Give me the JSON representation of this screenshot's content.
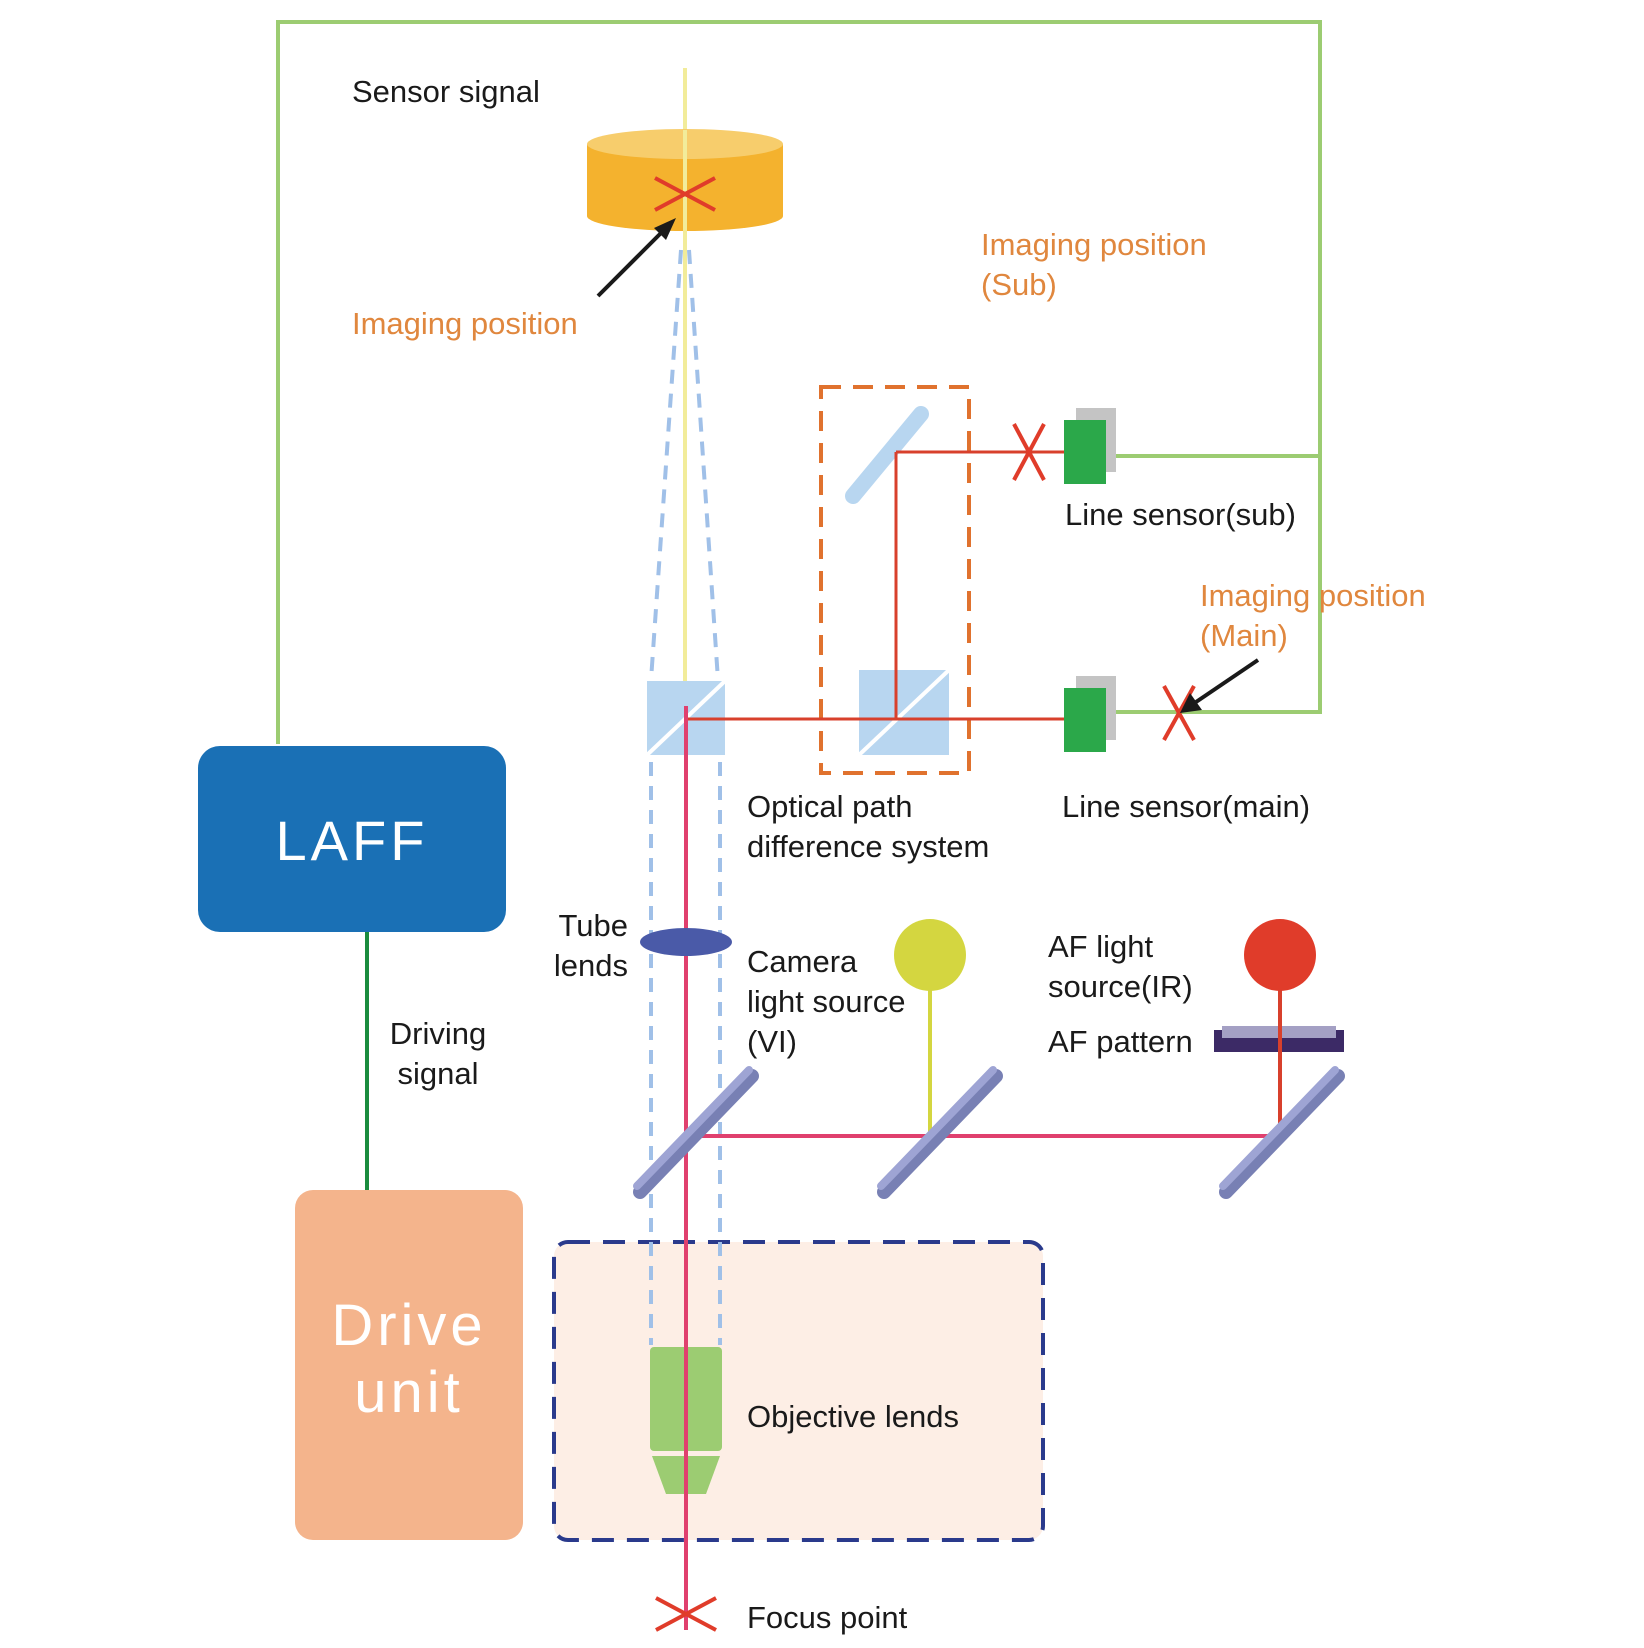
{
  "labels": {
    "sensor_signal": "Sensor signal",
    "imaging_position": "Imaging position",
    "imaging_position_sub_1": "Imaging position",
    "imaging_position_sub_2": "(Sub)",
    "imaging_position_main_1": "Imaging position",
    "imaging_position_main_2": "(Main)",
    "line_sensor_sub": "Line sensor(sub)",
    "line_sensor_main": "Line sensor(main)",
    "optical_path_1": "Optical path",
    "optical_path_2": "difference system",
    "laff": "LAFF",
    "tube_lens_1": "Tube",
    "tube_lens_2": "lends",
    "camera_light_1": "Camera",
    "camera_light_2": "light source",
    "camera_light_3": "(VI)",
    "af_light_1": "AF light",
    "af_light_2": "source(IR)",
    "af_pattern": "AF pattern",
    "driving_signal_1": "Driving",
    "driving_signal_2": "signal",
    "drive_unit_1": "Drive",
    "drive_unit_2": "unit",
    "objective_lens": "Objective lends",
    "focus_point": "Focus point"
  },
  "colors": {
    "sensor_signal_line": "#9ccc72",
    "driving_signal_line": "#1a8c3e",
    "laff_box": "#1a70b5",
    "drive_unit_box": "#f4b48c",
    "af_beam": "#e0406e",
    "red_beam": "#d8402c",
    "yellow_beam": "#f2ec9a",
    "camera_light": "#d4d640",
    "af_light": "#e03c2a",
    "optics_blue": "#b8d6f0",
    "mirror": "#9ea4d4",
    "line_sensor": "#2ba84a",
    "objective": "#9ccc72",
    "orange_text": "#e0873e"
  }
}
